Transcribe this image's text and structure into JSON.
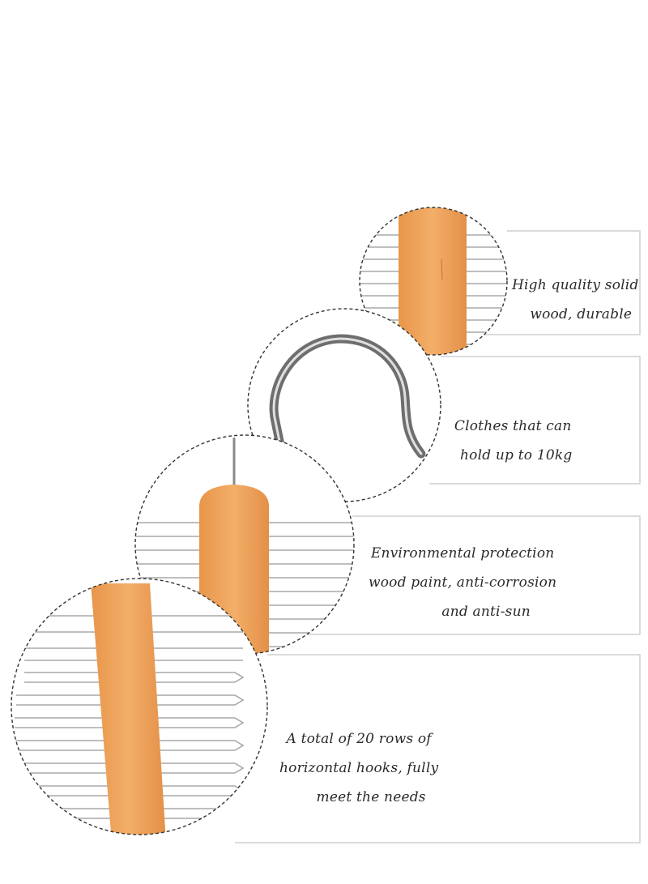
{
  "features": [
    {
      "lines": [
        "High quality solid",
        "wood, durable"
      ]
    },
    {
      "lines": [
        "Clothes that can",
        "hold up to 10kg"
      ]
    },
    {
      "lines": [
        "Environmental protection",
        "wood paint, anti-corrosion",
        "and anti-sun"
      ]
    },
    {
      "lines": [
        "A total of 20 rows of",
        "horizontal hooks, fully",
        "meet the needs"
      ]
    }
  ],
  "colors": {
    "wood": "#f0a45a",
    "wood_dark": "#d98a3e",
    "metal": "#9a9a9a",
    "frame": "#cfcfcf",
    "dash": "#333333"
  }
}
